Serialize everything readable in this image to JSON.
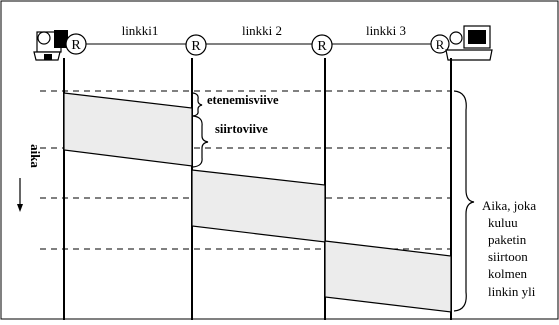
{
  "links": [
    "linkki1",
    "linkki 2",
    "linkki 3"
  ],
  "router_letter": "R",
  "annotations": {
    "propagation": "etenemisviive",
    "transmission": "siirtoviive",
    "time_axis": "aika",
    "total": [
      "Aika, joka",
      "kuluu",
      "paketin",
      "siirtoon",
      "kolmen",
      "linkin yli"
    ]
  },
  "colors": {
    "packet_fill": "#ececec",
    "line": "#000000"
  }
}
